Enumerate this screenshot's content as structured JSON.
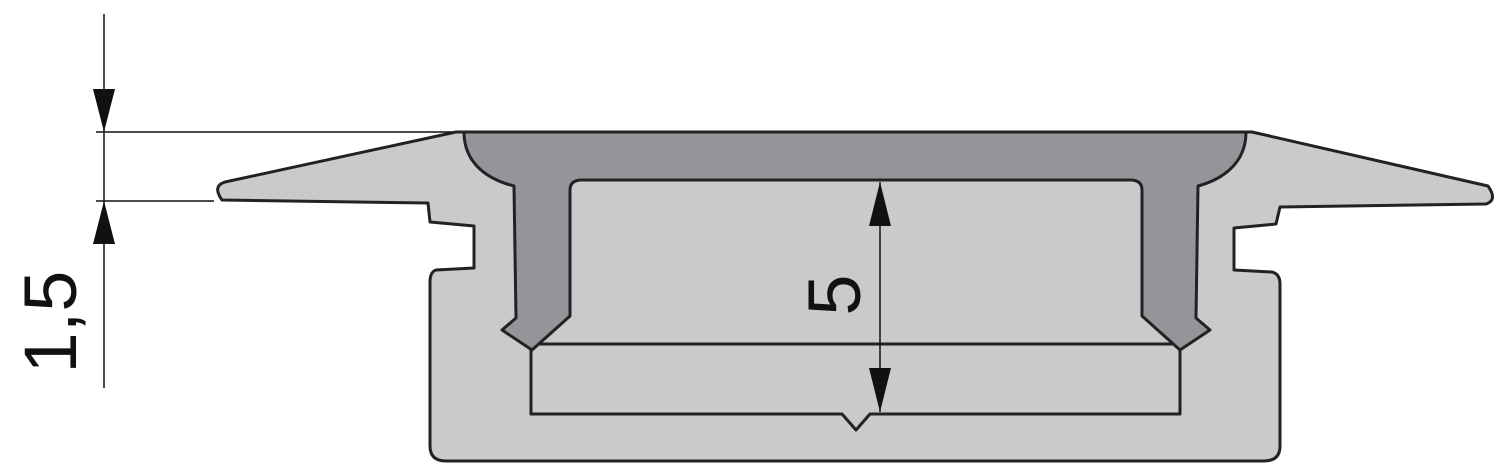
{
  "diagram": {
    "type": "profile-cross-section",
    "dimensions": {
      "height_label": "5",
      "thickness_label": "1,5"
    },
    "colors": {
      "profile_fill": "#c9cacc",
      "cover_fill": "#939598",
      "outline": "#222222",
      "dimension_line": "#111111",
      "background": "#ffffff"
    }
  }
}
